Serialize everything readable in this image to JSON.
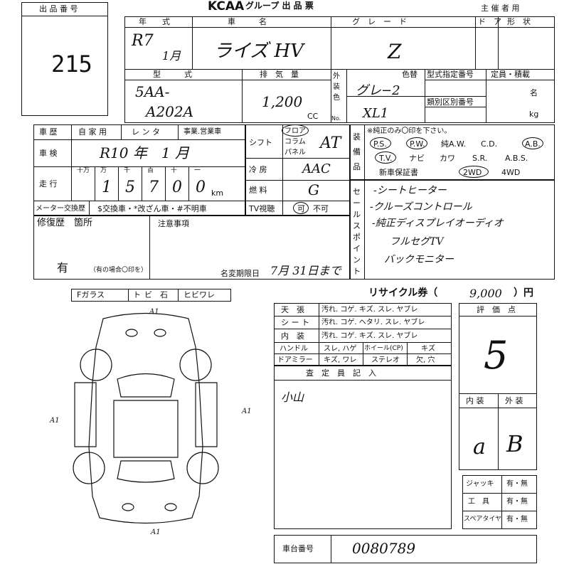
{
  "header": {
    "lot_no_label": "出 品 番 号",
    "lot_no": "215",
    "brand": "KCAA",
    "title": "グループ 出 品 票",
    "organizer": "主 催 者 用"
  },
  "columns": {
    "year": "年　　式",
    "model_name": "車　　　名",
    "grade": "グ　レ　ー　ド",
    "doors": "ド　ア",
    "body_type": "形　状",
    "type": "型　　　式",
    "displacement": "排　気　量",
    "exterior_color": "外装色",
    "color_change": "色替",
    "type_designation": "型式指定番号",
    "capacity": "定員・積載",
    "class_no": "類別区別番号",
    "person_unit": "名",
    "kg_unit": "kg",
    "no_label": "No."
  },
  "values": {
    "year": "R7",
    "month": "1月",
    "model_name": "ライズ HV",
    "grade": "Z",
    "type_line1": "5AA-",
    "type_line2": "A202A",
    "displacement": "1,200",
    "cc": "CC",
    "color": "グレ−2",
    "color_code": "XL1"
  },
  "history": {
    "label": "車 歴",
    "options": [
      "自 家 用",
      "レ ン タ",
      "事業.営業車"
    ]
  },
  "inspection": {
    "label": "車 検",
    "value": "R10 年　1 月"
  },
  "mileage": {
    "label": "走 行",
    "units": [
      "十万",
      "万",
      "千",
      "百",
      "十",
      "一"
    ],
    "digits": [
      "",
      "1",
      "5",
      "7",
      "0",
      "0"
    ],
    "km": "km"
  },
  "meter_exchange": {
    "label": "メーター交換歴",
    "options": "$交換車・*改ざん車・#不明車"
  },
  "shift": {
    "label": "シフト",
    "options": [
      "フロア",
      "コラム",
      "パネル"
    ],
    "value": "AT"
  },
  "ac": {
    "label": "冷 房",
    "value": "AAC"
  },
  "fuel": {
    "label": "燃 料",
    "value": "G"
  },
  "tv": {
    "label": "TV視聴",
    "yes": "可",
    "no": "不可"
  },
  "equipment": {
    "label": "装 備 品",
    "note": "※純正のみ〇印を下さい。",
    "row1": [
      "P.S.",
      "P.W.",
      "純A.W.",
      "C.D.",
      "A.B."
    ],
    "row2": [
      "T.V.",
      "ナビ",
      "カワ",
      "S.R.",
      "A.B.S."
    ],
    "row3": [
      "新車保証書",
      "2WD",
      "4WD"
    ]
  },
  "sales_points": {
    "label": "セールスポイント",
    "items": [
      "-シートヒーター",
      "-クルーズコントロール",
      "-純正ディスプレイオーディオ",
      "フルセグTV",
      "バックモニター"
    ]
  },
  "repair": {
    "label": "修復歴　箇所",
    "value": "有",
    "note": "（有の場合〇印を）"
  },
  "caution": {
    "label": "注意事項",
    "deadline_label": "名変期限日",
    "deadline_value": "7月 31日まで"
  },
  "glass": {
    "label": "Fガラス",
    "options": [
      "ト",
      "ビ",
      "石",
      "ヒビワレ"
    ]
  },
  "diagram": {
    "marks": [
      "A1",
      "A1",
      "A1",
      "A1"
    ]
  },
  "recycle": {
    "label": "リサイクル券（",
    "value": "9,000",
    "unit": "）円"
  },
  "condition": {
    "rows": [
      {
        "label": "天　張",
        "text": "汚れ. コゲ. キズ. スレ. ヤブレ"
      },
      {
        "label": "シ ー ト",
        "text": "汚れ. コゲ. ヘタリ. スレ. ヤブレ"
      },
      {
        "label": "内　装",
        "text": "汚れ. コゲ. キズ. スレ. ヤブレ"
      }
    ],
    "handle": {
      "label": "ハンドル",
      "a": "スレ, ハゲ",
      "b_label": "ホイール(CP)",
      "b": "キズ"
    },
    "door_mirror": {
      "label": "ドアミラー",
      "a": "キズ, ワレ",
      "b_label": "ステレオ",
      "b": "欠, 穴"
    }
  },
  "assessor": {
    "label": "査　定　員　記　入",
    "value": "小山"
  },
  "score": {
    "label": "評　価　点",
    "value": "5",
    "interior_label": "内 装",
    "exterior_label": "外 装",
    "interior": "a",
    "exterior": "B"
  },
  "tools": [
    {
      "label": "ジャッキ",
      "value": "有・無"
    },
    {
      "label": "工　具",
      "value": "有・無"
    },
    {
      "label": "スペアタイヤ",
      "value": "有・無"
    }
  ],
  "chassis": {
    "label": "車台番号",
    "value": "0080789"
  }
}
